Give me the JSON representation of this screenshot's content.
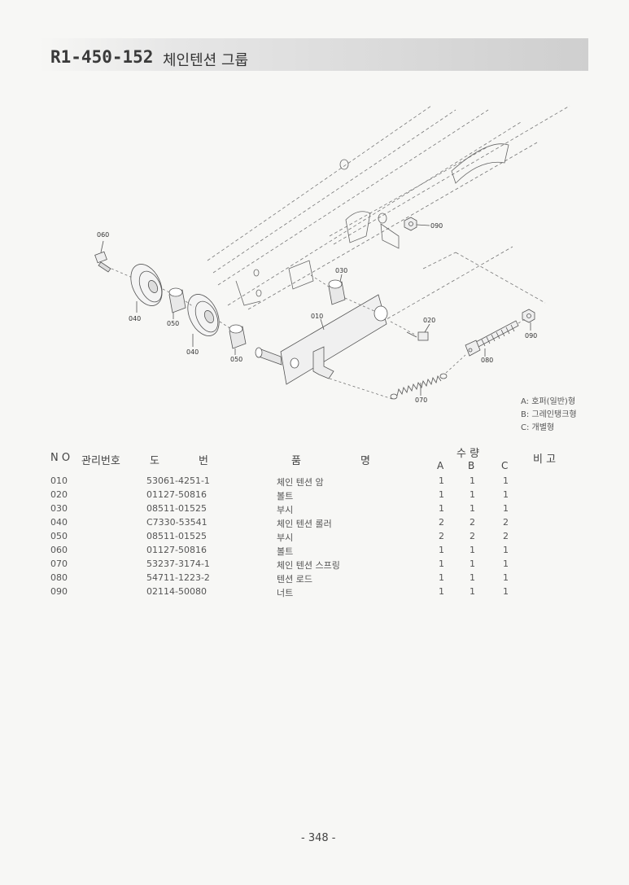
{
  "header": {
    "catalog_no": "R1-450-152",
    "group_title": "체인텐션 그룹"
  },
  "diagram": {
    "callouts": [
      "060",
      "040",
      "050",
      "040",
      "050",
      "030",
      "010",
      "020",
      "090",
      "090",
      "080",
      "070"
    ]
  },
  "legend": {
    "items": [
      "A: 호퍼(일반)형",
      "B: 그레인탱크형",
      "C: 개별형"
    ]
  },
  "table": {
    "headers": {
      "no": "N O",
      "mgmt_no": "관리번호",
      "drawing_1": "도",
      "drawing_2": "번",
      "name_1": "품",
      "name_2": "명",
      "qty": "수 량",
      "qty_a": "A",
      "qty_b": "B",
      "qty_c": "C",
      "remarks": "비 고"
    },
    "rows": [
      {
        "no": "010",
        "part": "53061-4251-1",
        "name": "체인 텐션 암",
        "a": "1",
        "b": "1",
        "c": "1"
      },
      {
        "no": "020",
        "part": "01127-50816",
        "name": "볼트",
        "a": "1",
        "b": "1",
        "c": "1"
      },
      {
        "no": "030",
        "part": "08511-01525",
        "name": "부시",
        "a": "1",
        "b": "1",
        "c": "1"
      },
      {
        "no": "040",
        "part": "C7330-53541",
        "name": "체인 텐션 롤러",
        "a": "2",
        "b": "2",
        "c": "2"
      },
      {
        "no": "050",
        "part": "08511-01525",
        "name": "부시",
        "a": "2",
        "b": "2",
        "c": "2"
      },
      {
        "no": "060",
        "part": "01127-50816",
        "name": "볼트",
        "a": "1",
        "b": "1",
        "c": "1"
      },
      {
        "no": "070",
        "part": "53237-3174-1",
        "name": "체인 텐션 스프링",
        "a": "1",
        "b": "1",
        "c": "1"
      },
      {
        "no": "080",
        "part": "54711-1223-2",
        "name": "텐션 로드",
        "a": "1",
        "b": "1",
        "c": "1"
      },
      {
        "no": "090",
        "part": "02114-50080",
        "name": "너트",
        "a": "1",
        "b": "1",
        "c": "1"
      }
    ]
  },
  "footer": {
    "page_number": "- 348 -"
  }
}
